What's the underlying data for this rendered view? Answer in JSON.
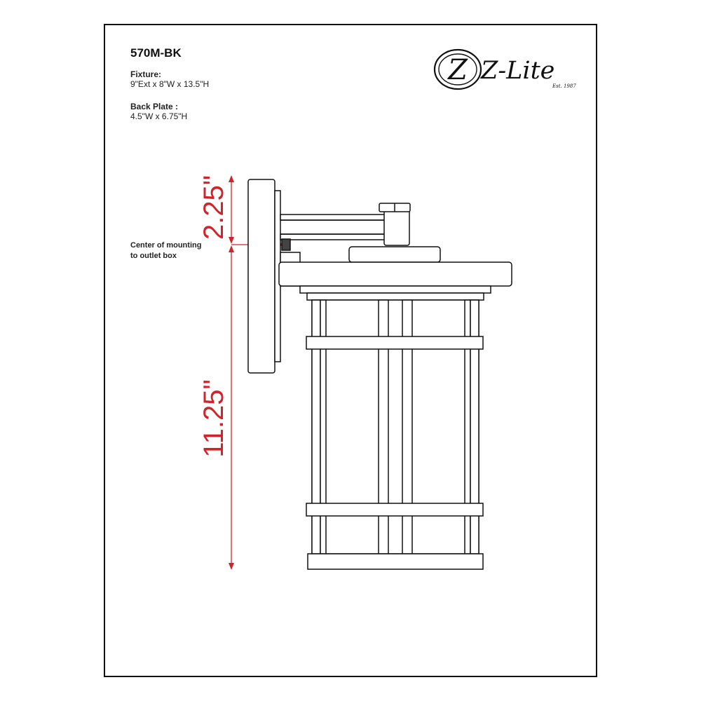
{
  "header": {
    "model": "570M-BK",
    "fixture_label": "Fixture:",
    "fixture_value": "9\"Ext x 8\"W x 13.5\"H",
    "backplate_label": "Back Plate :",
    "backplate_value": "4.5\"W x 6.75\"H"
  },
  "logo": {
    "monogram": "Z",
    "brand": "Z-Lite",
    "established": "Est. 1987"
  },
  "dimensions": {
    "upper": "2.25\"",
    "lower": "11.25\"",
    "color": "#d2232a"
  },
  "note": {
    "line1": "Center of mounting",
    "line2": "to outlet box"
  },
  "colors": {
    "line": "#111111",
    "dimension": "#d2232a"
  }
}
